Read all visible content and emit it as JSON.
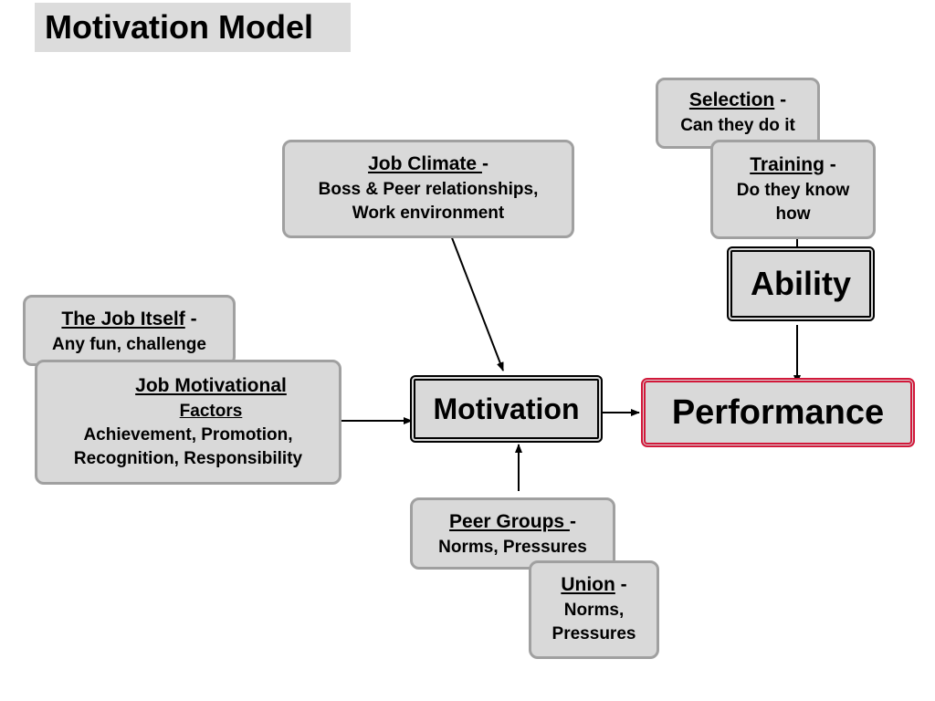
{
  "title": "Motivation Model",
  "selection": {
    "head": "Selection",
    "dash": " -",
    "body": "Can they do it"
  },
  "training": {
    "head": "Training",
    "dash": " -",
    "body1": "Do they know",
    "body2": "how"
  },
  "ability": {
    "label": "Ability"
  },
  "job_climate": {
    "head": "Job Climate ",
    "dash": "-",
    "body1": "Boss & Peer relationships,",
    "body2": "Work environment"
  },
  "job_itself": {
    "head": "The Job Itself",
    "dash": " -",
    "body": "Any fun, challenge"
  },
  "job_motivational": {
    "head": "Job Motivational",
    "sub": "Factors",
    "body1": "Achievement, Promotion,",
    "body2": "Recognition, Responsibility"
  },
  "motivation": {
    "label": "Motivation"
  },
  "performance": {
    "label": "Performance"
  },
  "peer_groups": {
    "head": "Peer Groups ",
    "dash": "-",
    "body": "Norms, Pressures"
  },
  "union": {
    "head": "Union",
    "dash": " -",
    "body1": "Norms,",
    "body2": "Pressures"
  },
  "colors": {
    "box_fill": "#d9d9d9",
    "box_border": "#a0a0a0",
    "performance_border": "#d2183a"
  }
}
